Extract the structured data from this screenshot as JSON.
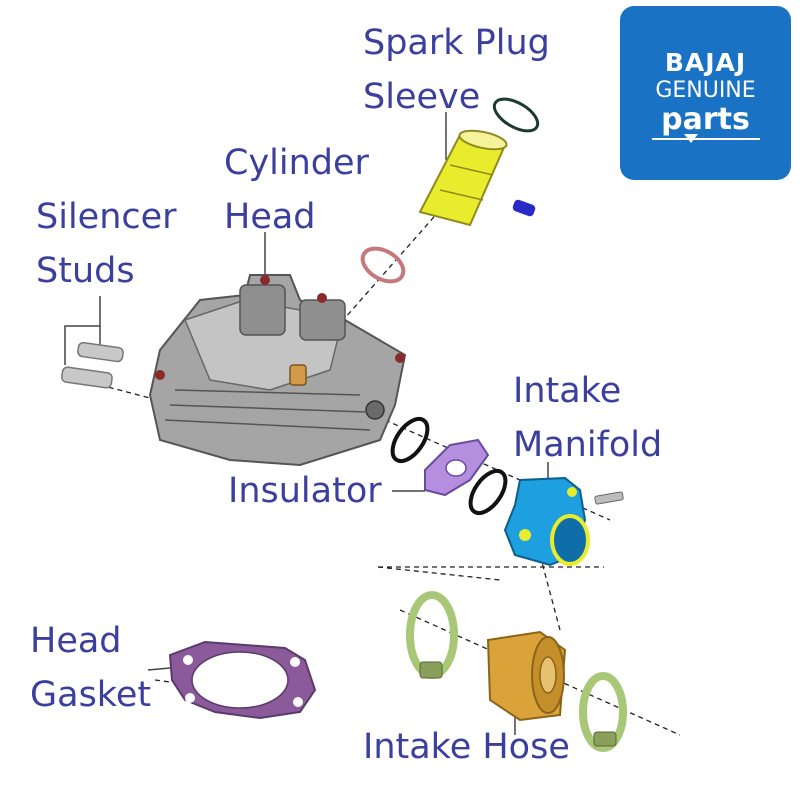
{
  "labels": {
    "spark_plug_sleeve": [
      "Spark Plug",
      "Sleeve"
    ],
    "cylinder_head": [
      "Cylinder",
      "Head"
    ],
    "silencer_studs": [
      "Silencer",
      "Studs"
    ],
    "intake_manifold": [
      "Intake",
      "Manifold"
    ],
    "insulator": "Insulator",
    "head_gasket": [
      "Head",
      "Gasket"
    ],
    "intake_hose": "Intake Hose"
  },
  "logo": {
    "brand": "BAJAJ",
    "line1": "GENUINE",
    "line2": "parts"
  },
  "colors": {
    "label_text": "#3b3f9e",
    "logo_bg": "#1a72c4",
    "sleeve": "#e8ec2c",
    "manifold": "#1d9fe0",
    "insulator": "#b58ee0",
    "gasket": "#8a5a9a",
    "hose": "#d9a33a",
    "clamp": "#a8c878",
    "cylinder_head": "#9a9a9a"
  }
}
